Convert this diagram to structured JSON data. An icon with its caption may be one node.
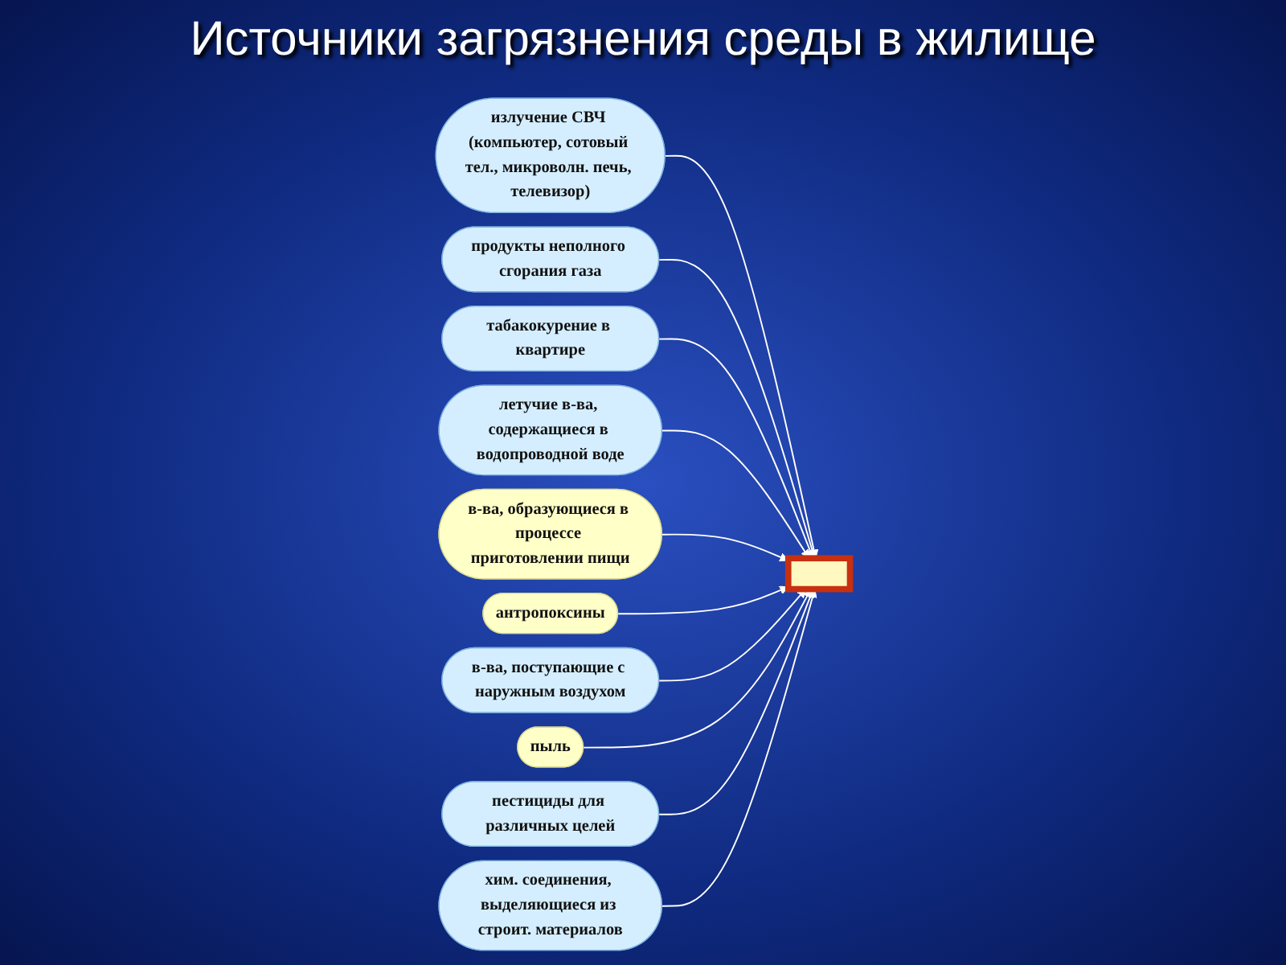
{
  "diagram": {
    "title": "Источники загрязнения среды в жилище",
    "nodes": [
      {
        "text": [],
        "shape": "box"
      },
      {
        "text": [
          "излучение СВЧ (компьютер, сотовый тел., микроволн. печь, телевизор)"
        ]
      },
      {
        "text": [
          "продукты неполного сгорания газа"
        ]
      },
      {
        "text": [
          "табакокурение в квартире"
        ]
      },
      {
        "text": [
          "летучие в-ва, содержащиеся в водопроводной воде"
        ]
      },
      {
        "text": [
          "в-ва, образующиеся в процессе приготовлении пищи"
        ]
      },
      {
        "text": [
          "антропоксины"
        ]
      },
      {
        "text": [
          "в-ва, поступающие с наружным воздухом"
        ]
      },
      {
        "text": [
          "пыль"
        ]
      },
      {
        "text": [
          "пестициды для различных целей"
        ]
      },
      {
        "text": [
          "хим. соединения, выделяющиеся из строит. материалов"
        ]
      }
    ],
    "edges": [
      {
        "from": 1,
        "to": 0,
        "arrow": "to"
      },
      {
        "from": 2,
        "to": 0,
        "arrow": "to"
      },
      {
        "from": 3,
        "to": 0,
        "arrow": "to"
      },
      {
        "from": 4,
        "to": 0,
        "arrow": "to"
      },
      {
        "from": 5,
        "to": 0,
        "arrow": "to"
      },
      {
        "from": 6,
        "to": 0,
        "arrow": "to"
      },
      {
        "from": 7,
        "to": 0,
        "arrow": "to"
      },
      {
        "from": 8,
        "to": 0,
        "arrow": "to"
      },
      {
        "from": 9,
        "to": 0,
        "arrow": "to"
      },
      {
        "from": 10,
        "to": 0,
        "arrow": "to"
      }
    ]
  }
}
